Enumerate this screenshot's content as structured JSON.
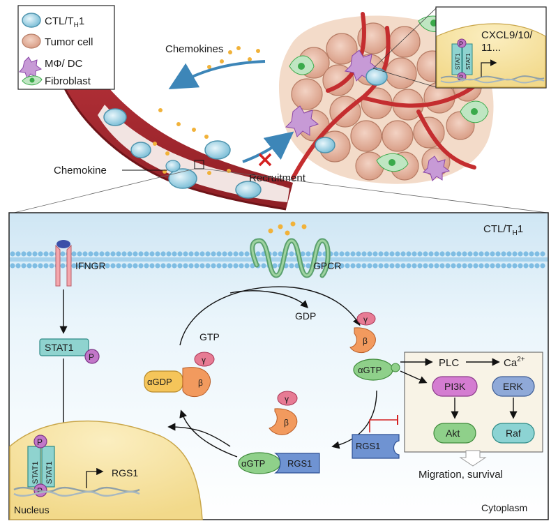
{
  "legend": {
    "items": [
      {
        "label": "CTL/T",
        "sub": "H",
        "suffix": "1"
      },
      {
        "label": "Tumor cell",
        "sub": "",
        "suffix": ""
      },
      {
        "label": "MΦ/ DC",
        "sub": "",
        "suffix": ""
      },
      {
        "label": "Fibroblast",
        "sub": "",
        "suffix": ""
      }
    ]
  },
  "top": {
    "chemokines": "Chemokines",
    "chemokine": "Chemokine",
    "recruitment": "Recruitment",
    "inset_genes_line1": "CXCL9/10/",
    "inset_genes_line2": "11...",
    "inset_p": "P",
    "inset_stat": "STAT1"
  },
  "panel": {
    "title_main": "CTL/T",
    "title_sub": "H",
    "title_suffix": "1",
    "ifngr": "IFNGR",
    "gpcr": "GPCR",
    "stat1": "STAT1",
    "p": "P",
    "nucleus": "Nucleus",
    "rgs1_gene": "RGS1",
    "gtp": "GTP",
    "gdp": "GDP",
    "alpha_gdp": "αGDP",
    "alpha_gtp": "αGTP",
    "beta": "β",
    "gamma": "γ",
    "rgs1": "RGS1",
    "plc": "PLC",
    "ca": "Ca",
    "ca_sup": "2+",
    "pi3k": "PI3K",
    "erk": "ERK",
    "akt": "Akt",
    "raf": "Raf",
    "outcome": "Migration, survival",
    "cytoplasm": "Cytoplasm"
  },
  "colors": {
    "vessel": "#a8262b",
    "tcell": "#a9d8e8",
    "tumor": "#e7b7a3",
    "macrophage": "#a25bbf",
    "fibroblast": "#3aaa4a",
    "membrane": "#79b8de",
    "stat": "#8fd3cf",
    "phospho": "#c277c9",
    "alpha_gdp": "#f5c55a",
    "alpha_gtp": "#8fd08a",
    "beta": "#f0955a",
    "gamma": "#e06a8a",
    "rgs1": "#4f79c0",
    "pi3k": "#d47cd1",
    "erk": "#8fa9d8",
    "akt": "#8fd08a",
    "raf": "#8cd3d3",
    "arrow_blue": "#3d86b8"
  }
}
